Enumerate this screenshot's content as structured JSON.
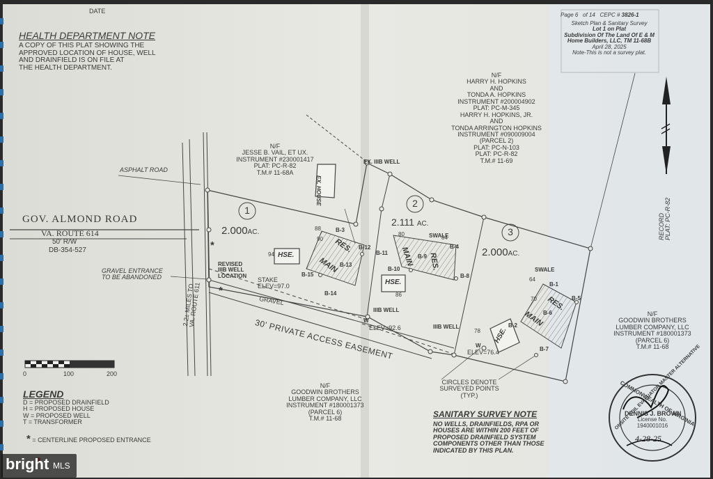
{
  "top_date": "DATE",
  "health_note": {
    "title": "HEALTH DEPARTMENT NOTE",
    "lines": [
      "A COPY OF THIS PLAT SHOWING THE",
      "APPROVED LOCATION OF HOUSE, WELL",
      "AND DRAINFIELD IS ON FILE AT",
      "THE HEALTH DEPARTMENT."
    ]
  },
  "header": {
    "page_label": "Page",
    "page_num": "6",
    "of_label": "of",
    "page_total": "14",
    "cepc_label": "CEPC #",
    "cepc_num": "3826-1",
    "lines": [
      "Sketch Plan & Sanitary Survey",
      "Lot 1 on Plat",
      "Subdivision Of The Land Of E & M",
      "Home Builders, LLC, TM 11-68B",
      "April 28, 2025",
      "Note-This is not a survey plat."
    ]
  },
  "hopkins": [
    "N/F",
    "HARRY H. HOPKINS",
    "AND",
    "TONDA A. HOPKINS",
    "INSTRUMENT #200004902",
    "PLAT: PC-M-345",
    "HARRY H. HOPKINS, JR.",
    "AND",
    "TONDA ARRINGTON HOPKINS",
    "INSTRUMENT #090009004",
    "(PARCEL 2)",
    "PLAT: PC-N-103",
    "PLAT: PC-R-82",
    "T.M.# 11-69"
  ],
  "vail": [
    "N/F",
    "JESSE B. VAIL, ET UX.",
    "INSTRUMENT #230001417",
    "PLAT: PC-R-82",
    "T.M.# 11-68A"
  ],
  "asphalt_road": "ASPHALT ROAD",
  "road": {
    "name": "GOV. ALMOND ROAD",
    "route": "VA. ROUTE 614",
    "rw": "50' R/W",
    "db": "DB-354-527"
  },
  "gravel_entrance": [
    "GRAVEL ENTRANCE",
    "TO BE ABANDONED"
  ],
  "revised_well": [
    "REVISED",
    "IIIB WELL",
    "LOCATION"
  ],
  "stake": [
    "STAKE",
    "ELEV=97.0"
  ],
  "gravel": "GRAVEL",
  "miles_to": [
    "2.2± MILES TO",
    "VA. ROUTE 611"
  ],
  "easement": "30' PRIVATE ACCESS EASEMENT",
  "lots": [
    {
      "num": "1",
      "area": "2.000",
      "unit": "AC."
    },
    {
      "num": "2",
      "area": "2.111",
      "unit": "AC."
    },
    {
      "num": "3",
      "area": "2.000",
      "unit": "AC."
    }
  ],
  "ex_house": "EX. HOUSE",
  "ex_well": "EX. IIIB WELL",
  "hse": "HSE.",
  "res": "RES.",
  "main": "MAIN",
  "swale": "SWALE",
  "iiib_well": "IIIB WELL",
  "w": "W",
  "elev_2": "ELEV=92.6",
  "elev_3": "ELEV=76.4",
  "borings": [
    "B-1",
    "B-2",
    "B-3",
    "B-4",
    "B-5",
    "B-6",
    "B-7",
    "B-8",
    "B-9",
    "B-10",
    "B-11",
    "B-12",
    "B-13",
    "B-14",
    "B-15"
  ],
  "contours": [
    "88",
    "90",
    "94",
    "80",
    "84",
    "86",
    "64",
    "70",
    "78"
  ],
  "record": [
    "RECORD",
    "PLAT: PC-R-82"
  ],
  "goodwin_right": [
    "N/F",
    "GOODWIN BROTHERS",
    "LUMBER COMPANY, LLC",
    "INSTRUMENT #180001373",
    "(PARCEL 6)",
    "T.M.# 11-68"
  ],
  "goodwin_bottom": [
    "N/F",
    "GOODWIN BROTHERS",
    "LUMBER COMPANY, LLC",
    "INSTRUMENT #180001373",
    "(PARCEL 6)",
    "T.M.# 11-68"
  ],
  "circles": [
    "CIRCLES DENOTE",
    "SURVEYED POINTS",
    "(TYP.)"
  ],
  "scale": [
    "0",
    "100",
    "200"
  ],
  "legend": {
    "title": "LEGEND",
    "items": [
      "D  = PROPOSED DRAINFIELD",
      "H  = PROPOSED HOUSE",
      "W  = PROPOSED WELL",
      "T  = TRANSFORMER"
    ],
    "centerline_symbol": "*",
    "centerline": "= CENTERLINE PROPOSED ENTRANCE"
  },
  "sanitary": {
    "title": "SANITARY SURVEY NOTE",
    "lines": [
      "NO WELLS, DRAINFIELDS, RPA OR",
      "HOUSES ARE WITHIN 200 FEET OF",
      "PROPOSED DRAINFIELD SYSTEM",
      "COMPONENTS OTHER THAN THOSE",
      "INDICATED BY THIS PLAN."
    ]
  },
  "seal": {
    "ring_top": "COMMONWEALTH OF VIRGINIA",
    "ring_bottom": "ONSITE SOIL EVALUATOR MASTER ALTERNATIVE",
    "name": "DENNIS J. BROWN",
    "license_label": "License No.",
    "license": "1940001016",
    "date": "4-28-25"
  },
  "watermark": {
    "brand": "bright",
    "suffix": "MLS"
  },
  "colors": {
    "paper": "#e6e6e1",
    "paper_dark": "#d8d8d2",
    "ink": "#3a3a3a",
    "panel": "#e3e9ee",
    "binding": "#2f6fa8"
  }
}
